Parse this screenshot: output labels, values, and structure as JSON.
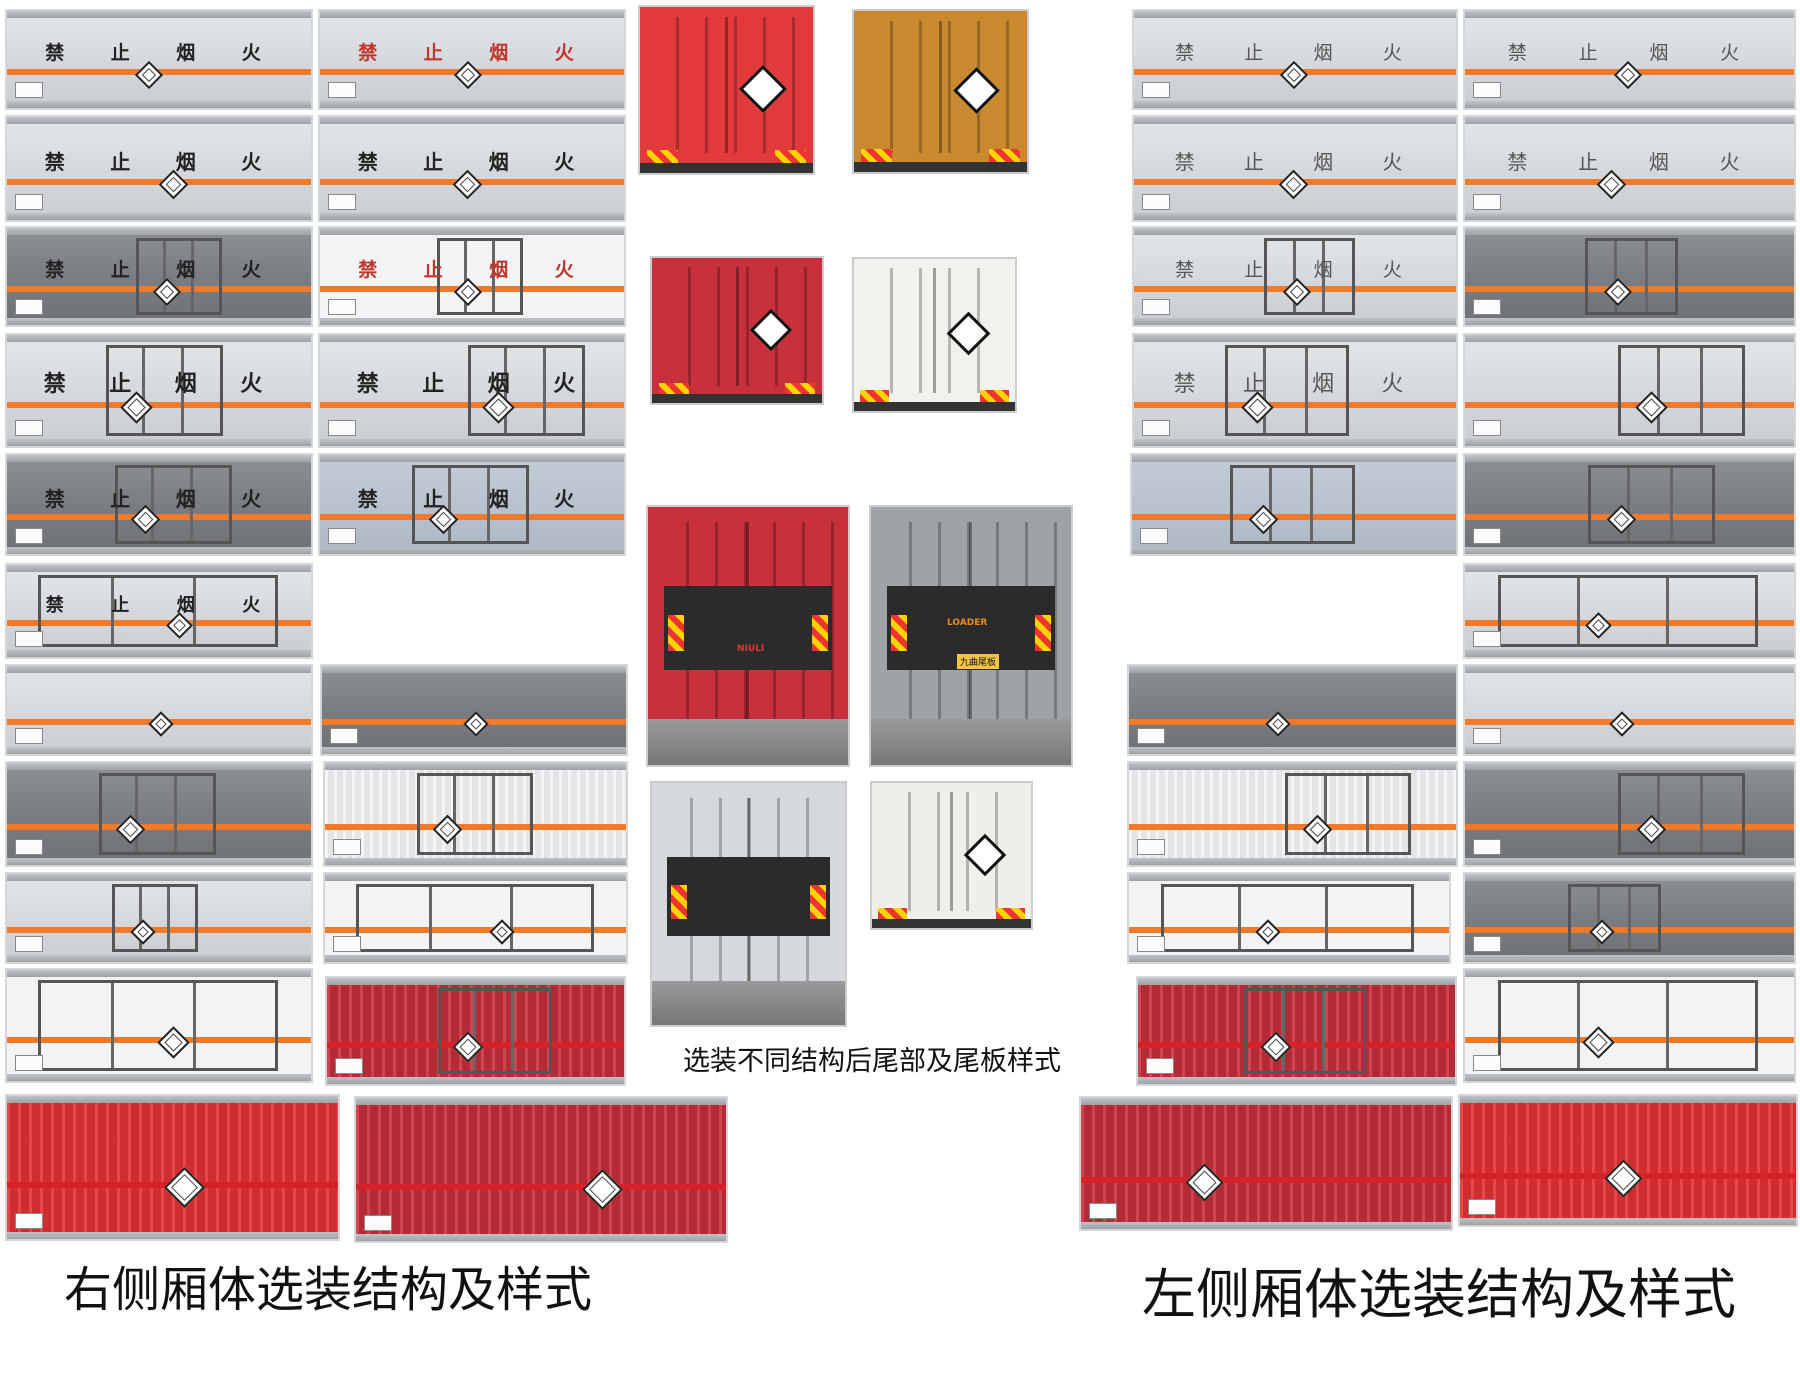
{
  "captions": {
    "right_side": "右侧厢体选装结构及样式",
    "left_side": "左侧厢体选装结构及样式",
    "rear": "选装不同结构后尾部及尾板样式"
  },
  "sign_chars": [
    "禁",
    "止",
    "烟",
    "火"
  ],
  "rear_labels": {
    "brand": "NIULI",
    "loader": "LOADER",
    "tail_plate": "九曲尾板"
  },
  "colors": {
    "orange_stripe": "#f07a2a",
    "red_box": "#c8303b",
    "bright_red_box": "#e63236",
    "silver_box": "#d4d8dc",
    "dark_box": "#7a7d81"
  },
  "icons": {
    "hazard": "explosive-hazard-diamond-icon"
  }
}
